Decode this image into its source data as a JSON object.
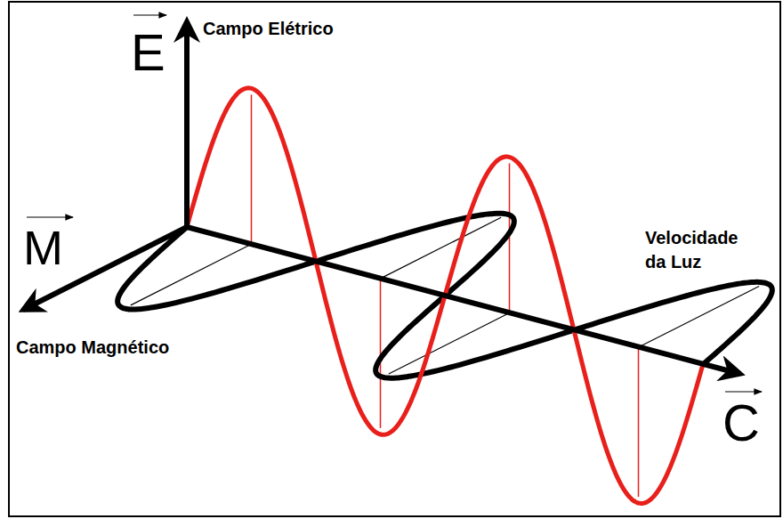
{
  "diagram": {
    "labels": [
      "E",
      "Campo Elétrico",
      "M",
      "Campo Magnético",
      "Velocidade da Luz",
      "C"
    ]
  }
}
